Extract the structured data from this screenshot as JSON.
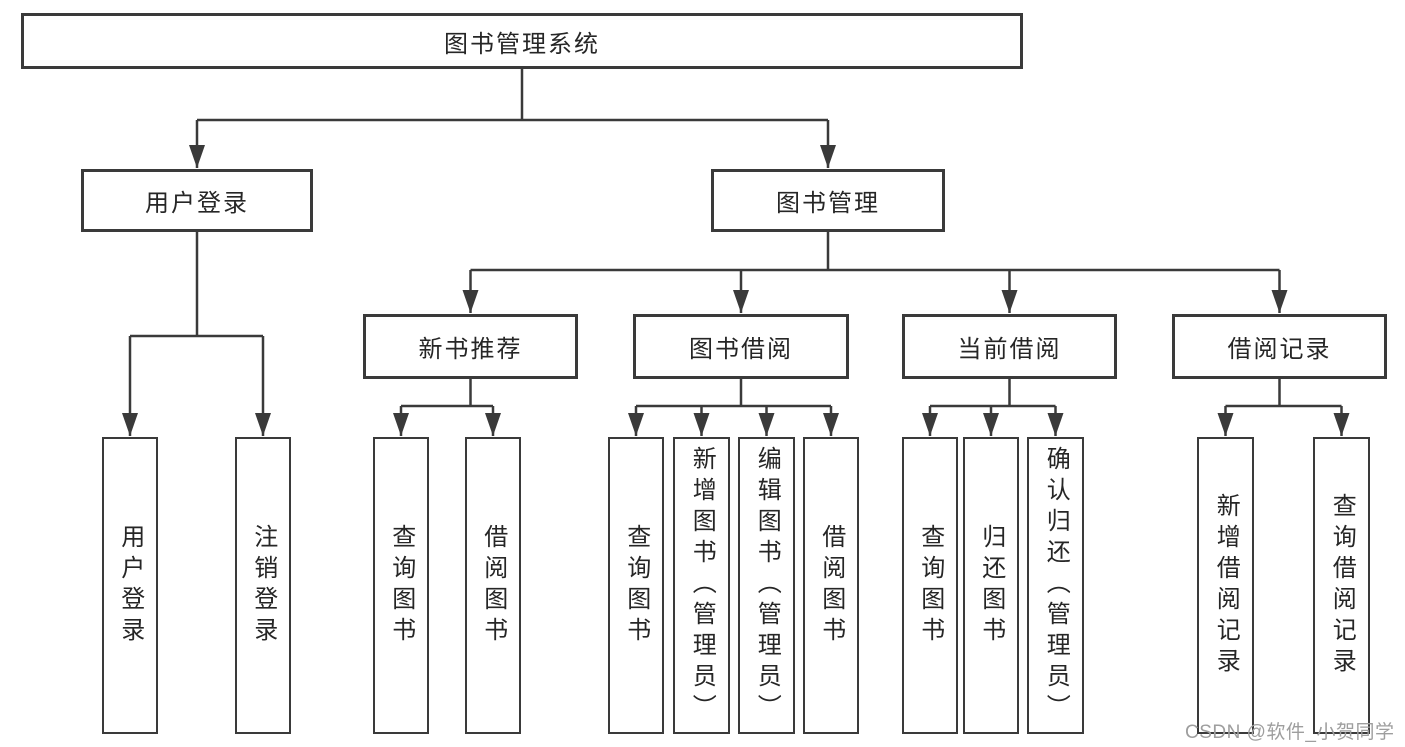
{
  "diagram": {
    "root": {
      "label": "图书管理系统"
    },
    "branches": [
      {
        "label": "用户登录",
        "children": [
          {
            "label": "用户登录"
          },
          {
            "label": "注销登录"
          }
        ]
      },
      {
        "label": "图书管理",
        "children": [
          {
            "label": "新书推荐",
            "children": [
              {
                "label": "查询图书"
              },
              {
                "label": "借阅图书"
              }
            ]
          },
          {
            "label": "图书借阅",
            "children": [
              {
                "label": "查询图书"
              },
              {
                "label": "新增图书（管理员）"
              },
              {
                "label": "编辑图书（管理员）"
              },
              {
                "label": "借阅图书"
              }
            ]
          },
          {
            "label": "当前借阅",
            "children": [
              {
                "label": "查询图书"
              },
              {
                "label": "归还图书"
              },
              {
                "label": "确认归还（管理员）"
              }
            ]
          },
          {
            "label": "借阅记录",
            "children": [
              {
                "label": "新增借阅记录"
              },
              {
                "label": "查询借阅记录"
              }
            ]
          }
        ]
      }
    ]
  },
  "watermark": {
    "text": "CSDN @软件_小贺同学"
  },
  "colors": {
    "line": "#3a3a3a",
    "node_border": "#3a3a3a",
    "node_text": "#262626",
    "watermark_text": "#9e9e9e",
    "background": "#ffffff"
  }
}
